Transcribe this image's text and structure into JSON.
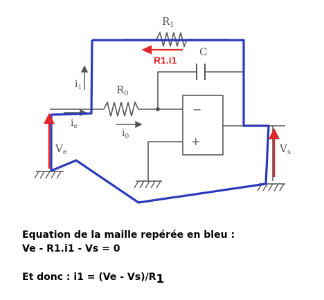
{
  "diagram": {
    "labels": {
      "r1": "R",
      "r1_sub": "1",
      "r0": "R",
      "r0_sub": "0",
      "c": "C",
      "i1": "i",
      "i1_sub": "1",
      "ie": "i",
      "ie_sub": "e",
      "i0": "i",
      "i0_sub": "0",
      "ve": "V",
      "ve_sub": "e",
      "vs": "V",
      "vs_sub": "s",
      "minus": "−",
      "plus": "+",
      "r1i1": "R1.i1"
    },
    "colors": {
      "loop": "#2a3ab8",
      "annotation": "#e0262a",
      "circuit": "#555555"
    }
  },
  "text": {
    "title": "Equation de la maille repérée en bleu :",
    "equation": "Ve - R1.i1 - Vs = 0",
    "result_prefix": "Et donc : i1 = (Ve - Vs)/R",
    "result_sub": "1"
  }
}
